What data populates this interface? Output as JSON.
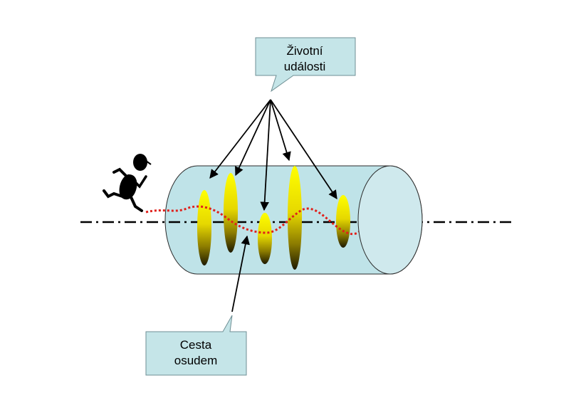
{
  "callouts": {
    "life_events": {
      "line1": "Životní",
      "line2": "události"
    },
    "path_of_fate": {
      "line1": "Cesta",
      "line2": "osudem"
    }
  },
  "colors": {
    "cylinder_fill": "#bfe3e8",
    "cylinder_stroke": "#2b2b2b",
    "callout_fill": "#c5e5e8",
    "axis_line": "#000000",
    "fate_path": "#e0201b",
    "event_disc_light": "#ffff00",
    "event_disc_dark": "#1e1a00",
    "runner": "#000000"
  },
  "icons": {
    "runner": "running-person-icon",
    "event_disc": "ellipse-disc"
  }
}
